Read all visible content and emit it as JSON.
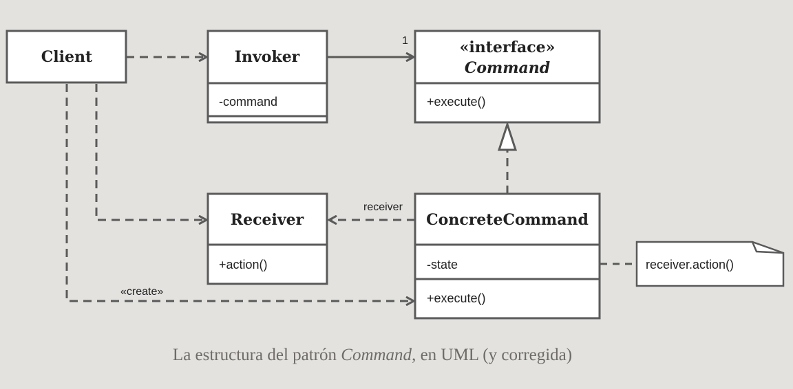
{
  "classes": {
    "client": {
      "name": "Client"
    },
    "invoker": {
      "name": "Invoker",
      "attributes": [
        "-command"
      ]
    },
    "command": {
      "stereotype": "«interface»",
      "name": "Command",
      "operations": [
        "+execute()"
      ]
    },
    "receiver": {
      "name": "Receiver",
      "operations": [
        "+action()"
      ]
    },
    "concrete_command": {
      "name": "ConcreteCommand",
      "attributes": [
        "-state"
      ],
      "operations": [
        "+execute()"
      ]
    }
  },
  "relations": {
    "invoker_command_multiplicity": "1",
    "concrete_receiver_role": "receiver",
    "client_create_stereotype": "«create»"
  },
  "note": {
    "text": "receiver.action()"
  },
  "caption": {
    "part1": "La estructura del patrón ",
    "italic": "Command",
    "part2": ", en UML (y corregida)"
  },
  "colors": {
    "background": "#e3e2df",
    "line": "#5a5a5a",
    "box_fill": "#ffffff",
    "caption": "#6f6c68"
  }
}
